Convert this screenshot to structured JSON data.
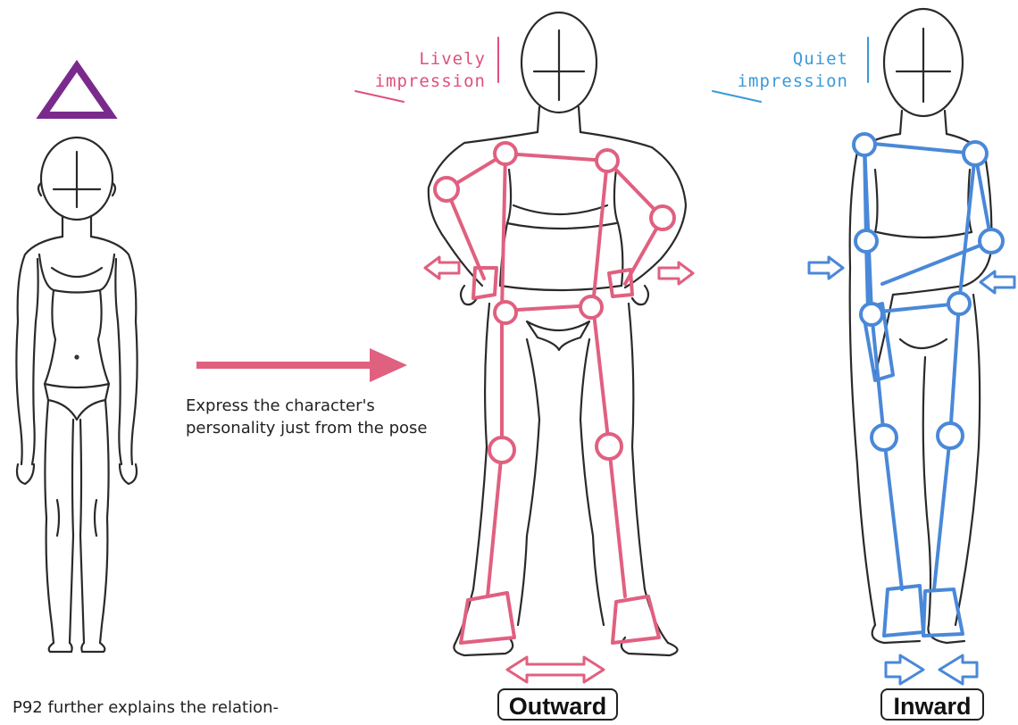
{
  "labels": {
    "lively_line1": "Lively",
    "lively_line2": "impression",
    "quiet_line1": "Quiet",
    "quiet_line2": "impression",
    "caption": "Express the character's personality just from the pose",
    "footnote": "P92 further explains the relation-",
    "outward": "Outward",
    "inward": "Inward"
  },
  "colors": {
    "triangle": "#7a2a8c",
    "pink": "#e06080",
    "blue": "#4a88d8",
    "lively_text": "#e0507a",
    "quiet_text": "#3a9ad8",
    "sketch": "#2a2a2a"
  },
  "icons": [
    "triangle-mark-icon",
    "arrow-right-icon",
    "outward-arrows-icon",
    "inward-arrows-icon"
  ]
}
